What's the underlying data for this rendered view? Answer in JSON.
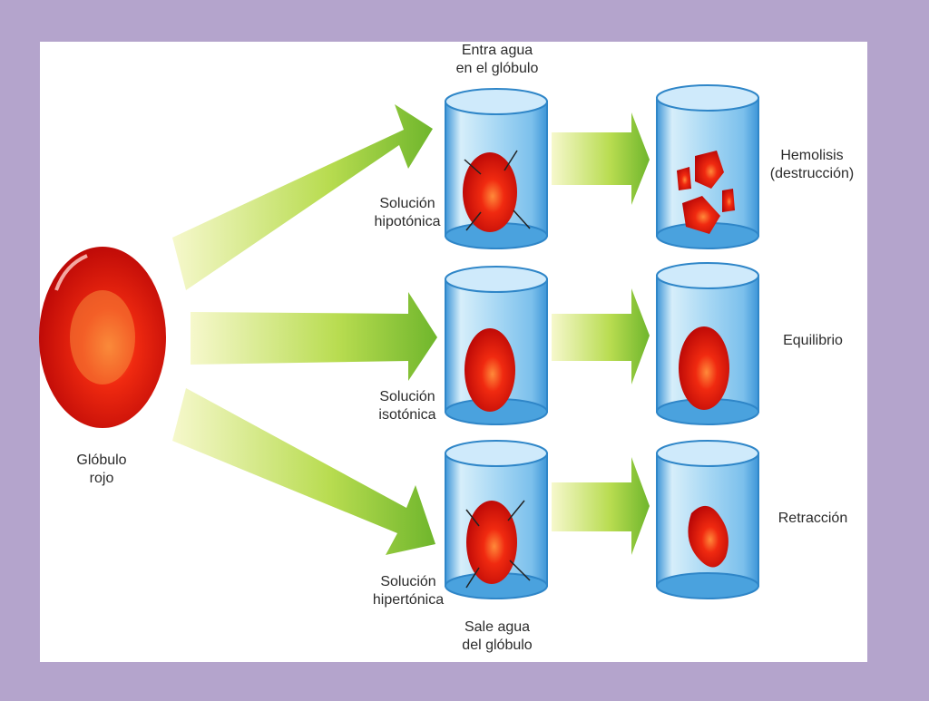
{
  "labels": {
    "source_cell": "Glóbulo\nrojo",
    "water_in": "Entra agua\nen el glóbulo",
    "water_out": "Sale agua\ndel glóbulo",
    "hypotonic": "Solución\nhipotónica",
    "isotonic": "Solución\nisotónica",
    "hypertonic": "Solución\nhipertónica",
    "hemolysis": "Hemolisis\n(destrucción)",
    "equilibrium": "Equilibrio",
    "retraction": "Retracción"
  },
  "colors": {
    "frame": "#b4a4cc",
    "panel": "#ffffff",
    "cell_red": "#e01010",
    "arrow_green": "#8cc63f",
    "beaker_blue": "#5aaee0"
  }
}
